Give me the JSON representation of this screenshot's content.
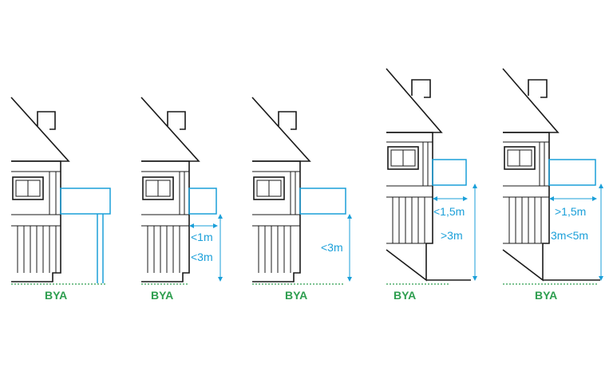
{
  "colors": {
    "ground": "#2e9e4f",
    "dimension": "#1a9fd9",
    "building": "#1a1a1a"
  },
  "panels": [
    {
      "ground_label": "BYA",
      "dim_labels": []
    },
    {
      "ground_label": "BYA",
      "dim_labels": [
        "<1m",
        "<3m"
      ]
    },
    {
      "ground_label": "BYA",
      "dim_labels": [
        "<3m"
      ]
    },
    {
      "ground_label": "BYA",
      "dim_labels": [
        "<1,5m",
        ">3m"
      ]
    },
    {
      "ground_label": "BYA",
      "dim_labels": [
        ">1,5m",
        "3m<5m"
      ]
    }
  ]
}
